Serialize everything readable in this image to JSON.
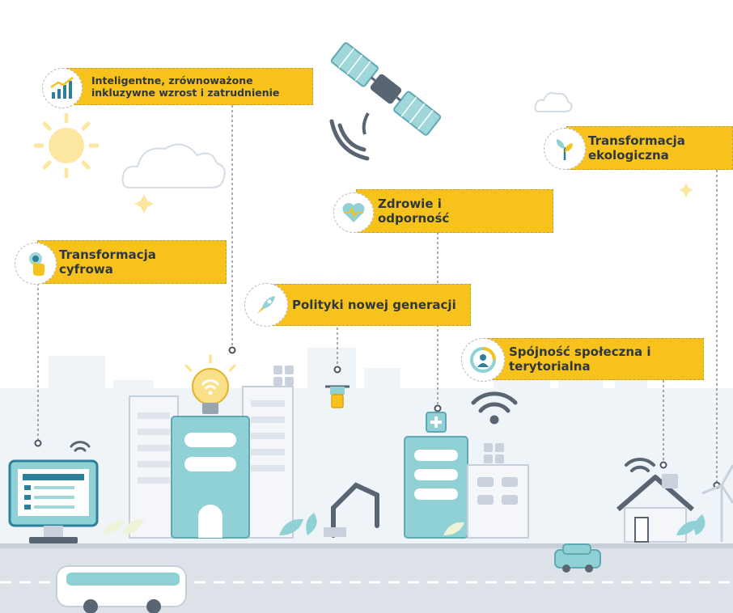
{
  "labels": {
    "growth": "Inteligentne, zrównoważone inkluzywne wzrost i zatrudnienie",
    "digital": "Transformacja cyfrowa",
    "health": "Zdrowie i odporność",
    "policy": "Polityki nowej generacji",
    "cohesion": "Spójność społeczna i terytorialna",
    "green": "Transformacja ekologiczna"
  },
  "colors": {
    "accent": "#f7c21b",
    "teal": "#8fd1d4",
    "dark_teal": "#2d7f9a",
    "text": "#2f3740",
    "road": "#dbe0e6",
    "skyline": "#eaf1f6"
  },
  "icons": [
    "sun-icon",
    "cloud-icon",
    "satellite-icon",
    "wifi-icon",
    "lightbulb-icon",
    "drone-icon",
    "robot-arm-icon",
    "bus-icon",
    "car-icon",
    "house-icon",
    "wind-turbine-icon",
    "leaf-icon",
    "monitor-icon",
    "bar-chart-icon",
    "touch-icon",
    "heart-icon",
    "rocket-icon",
    "people-icon",
    "sprout-icon"
  ]
}
